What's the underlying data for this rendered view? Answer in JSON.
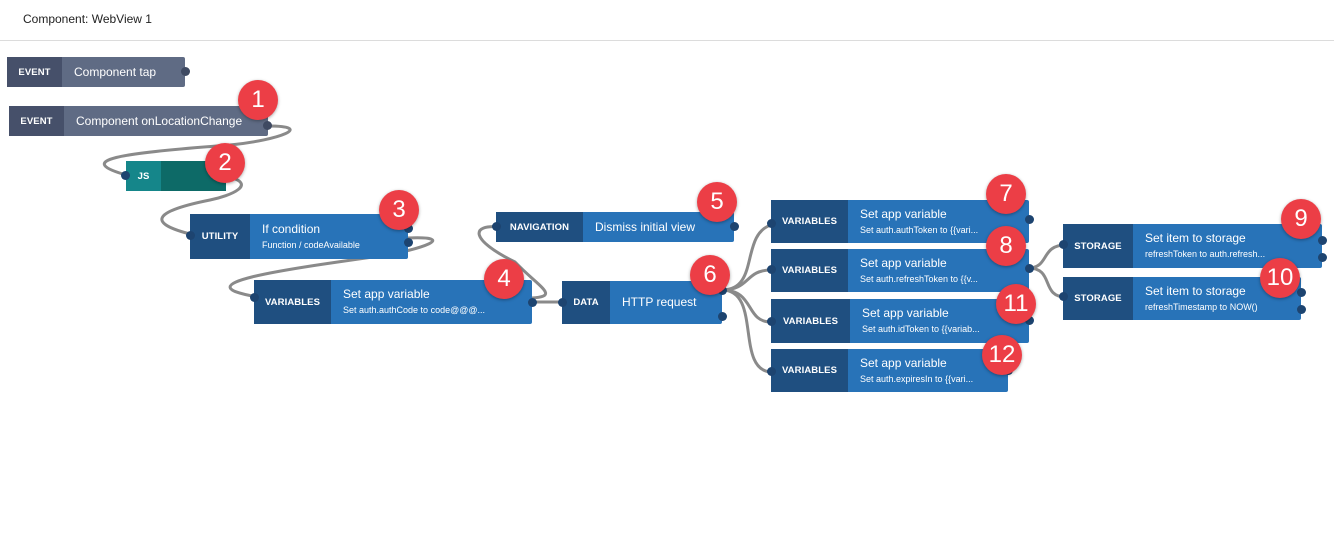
{
  "header": {
    "title": "Component: WebView 1"
  },
  "blocks": {
    "event_tap": {
      "category": "EVENT",
      "title": "Component tap"
    },
    "event_location": {
      "category": "EVENT",
      "title": "Component onLocationChange"
    },
    "js": {
      "category": "JS"
    },
    "if_condition": {
      "category": "UTILITY",
      "title": "If condition",
      "subtitle": "Function / codeAvailable"
    },
    "set_authcode": {
      "category": "VARIABLES",
      "title": "Set app variable",
      "subtitle": "Set auth.authCode to code@@@..."
    },
    "dismiss": {
      "category": "NAVIGATION",
      "title": "Dismiss initial view"
    },
    "http": {
      "category": "DATA",
      "title": "HTTP request"
    },
    "set_authtoken": {
      "category": "VARIABLES",
      "title": "Set app variable",
      "subtitle": "Set auth.authToken to {{vari..."
    },
    "set_refresh": {
      "category": "VARIABLES",
      "title": "Set app variable",
      "subtitle": "Set auth.refreshToken to {{v..."
    },
    "set_idtoken": {
      "category": "VARIABLES",
      "title": "Set app variable",
      "subtitle": "Set auth.idToken to {{variab..."
    },
    "set_expires": {
      "category": "VARIABLES",
      "title": "Set app variable",
      "subtitle": "Set auth.expiresIn to {{vari..."
    },
    "storage_refresh": {
      "category": "STORAGE",
      "title": "Set item to storage",
      "subtitle": "refreshToken to auth.refresh..."
    },
    "storage_timestamp": {
      "category": "STORAGE",
      "title": "Set item to storage",
      "subtitle": "refreshTimestamp to NOW()"
    }
  },
  "badges": [
    "1",
    "2",
    "3",
    "4",
    "5",
    "6",
    "7",
    "8",
    "9",
    "10",
    "11",
    "12"
  ],
  "colors": {
    "event": "#5f6b84",
    "event_dark": "#46506a",
    "block": "#2873b8",
    "block_dark": "#1f4f80",
    "js_dark": "#15868a",
    "js_body": "#0d6a67",
    "badge": "#ec3e46",
    "wire": "#8a8a8a"
  }
}
